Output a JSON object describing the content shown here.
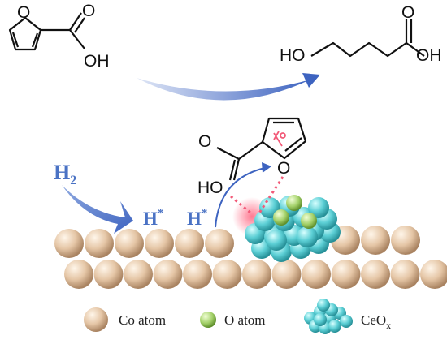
{
  "top_left_molecule": {
    "carbonyl_o": "O",
    "hydroxyl": "OH",
    "ring_o": "O"
  },
  "top_right_molecule": {
    "left_hydroxyl": "HO",
    "carbonyl_o": "O",
    "acid_hydroxyl": "OH"
  },
  "adsorbed_molecule": {
    "carbonyl_o": "O",
    "hydroxyl": "HO",
    "ring_o": "O"
  },
  "hydrogen": {
    "h2_base": "H",
    "h2_sub": "2",
    "h_star_1_base": "H",
    "h_star_1_sup": "*",
    "h_star_2_base": "H",
    "h_star_2_sup": "*"
  },
  "legend": {
    "co_label": "Co atom",
    "o_label": "O atom",
    "ceox_base": "CeO",
    "ceox_sub": "x"
  },
  "colors": {
    "co_atom": "#e8cdb0",
    "o_atom": "#a9d46c",
    "ceox": "#5fd0d6",
    "arrow_blue": "#3d63c0",
    "bond_highlight": "#f25a78"
  }
}
